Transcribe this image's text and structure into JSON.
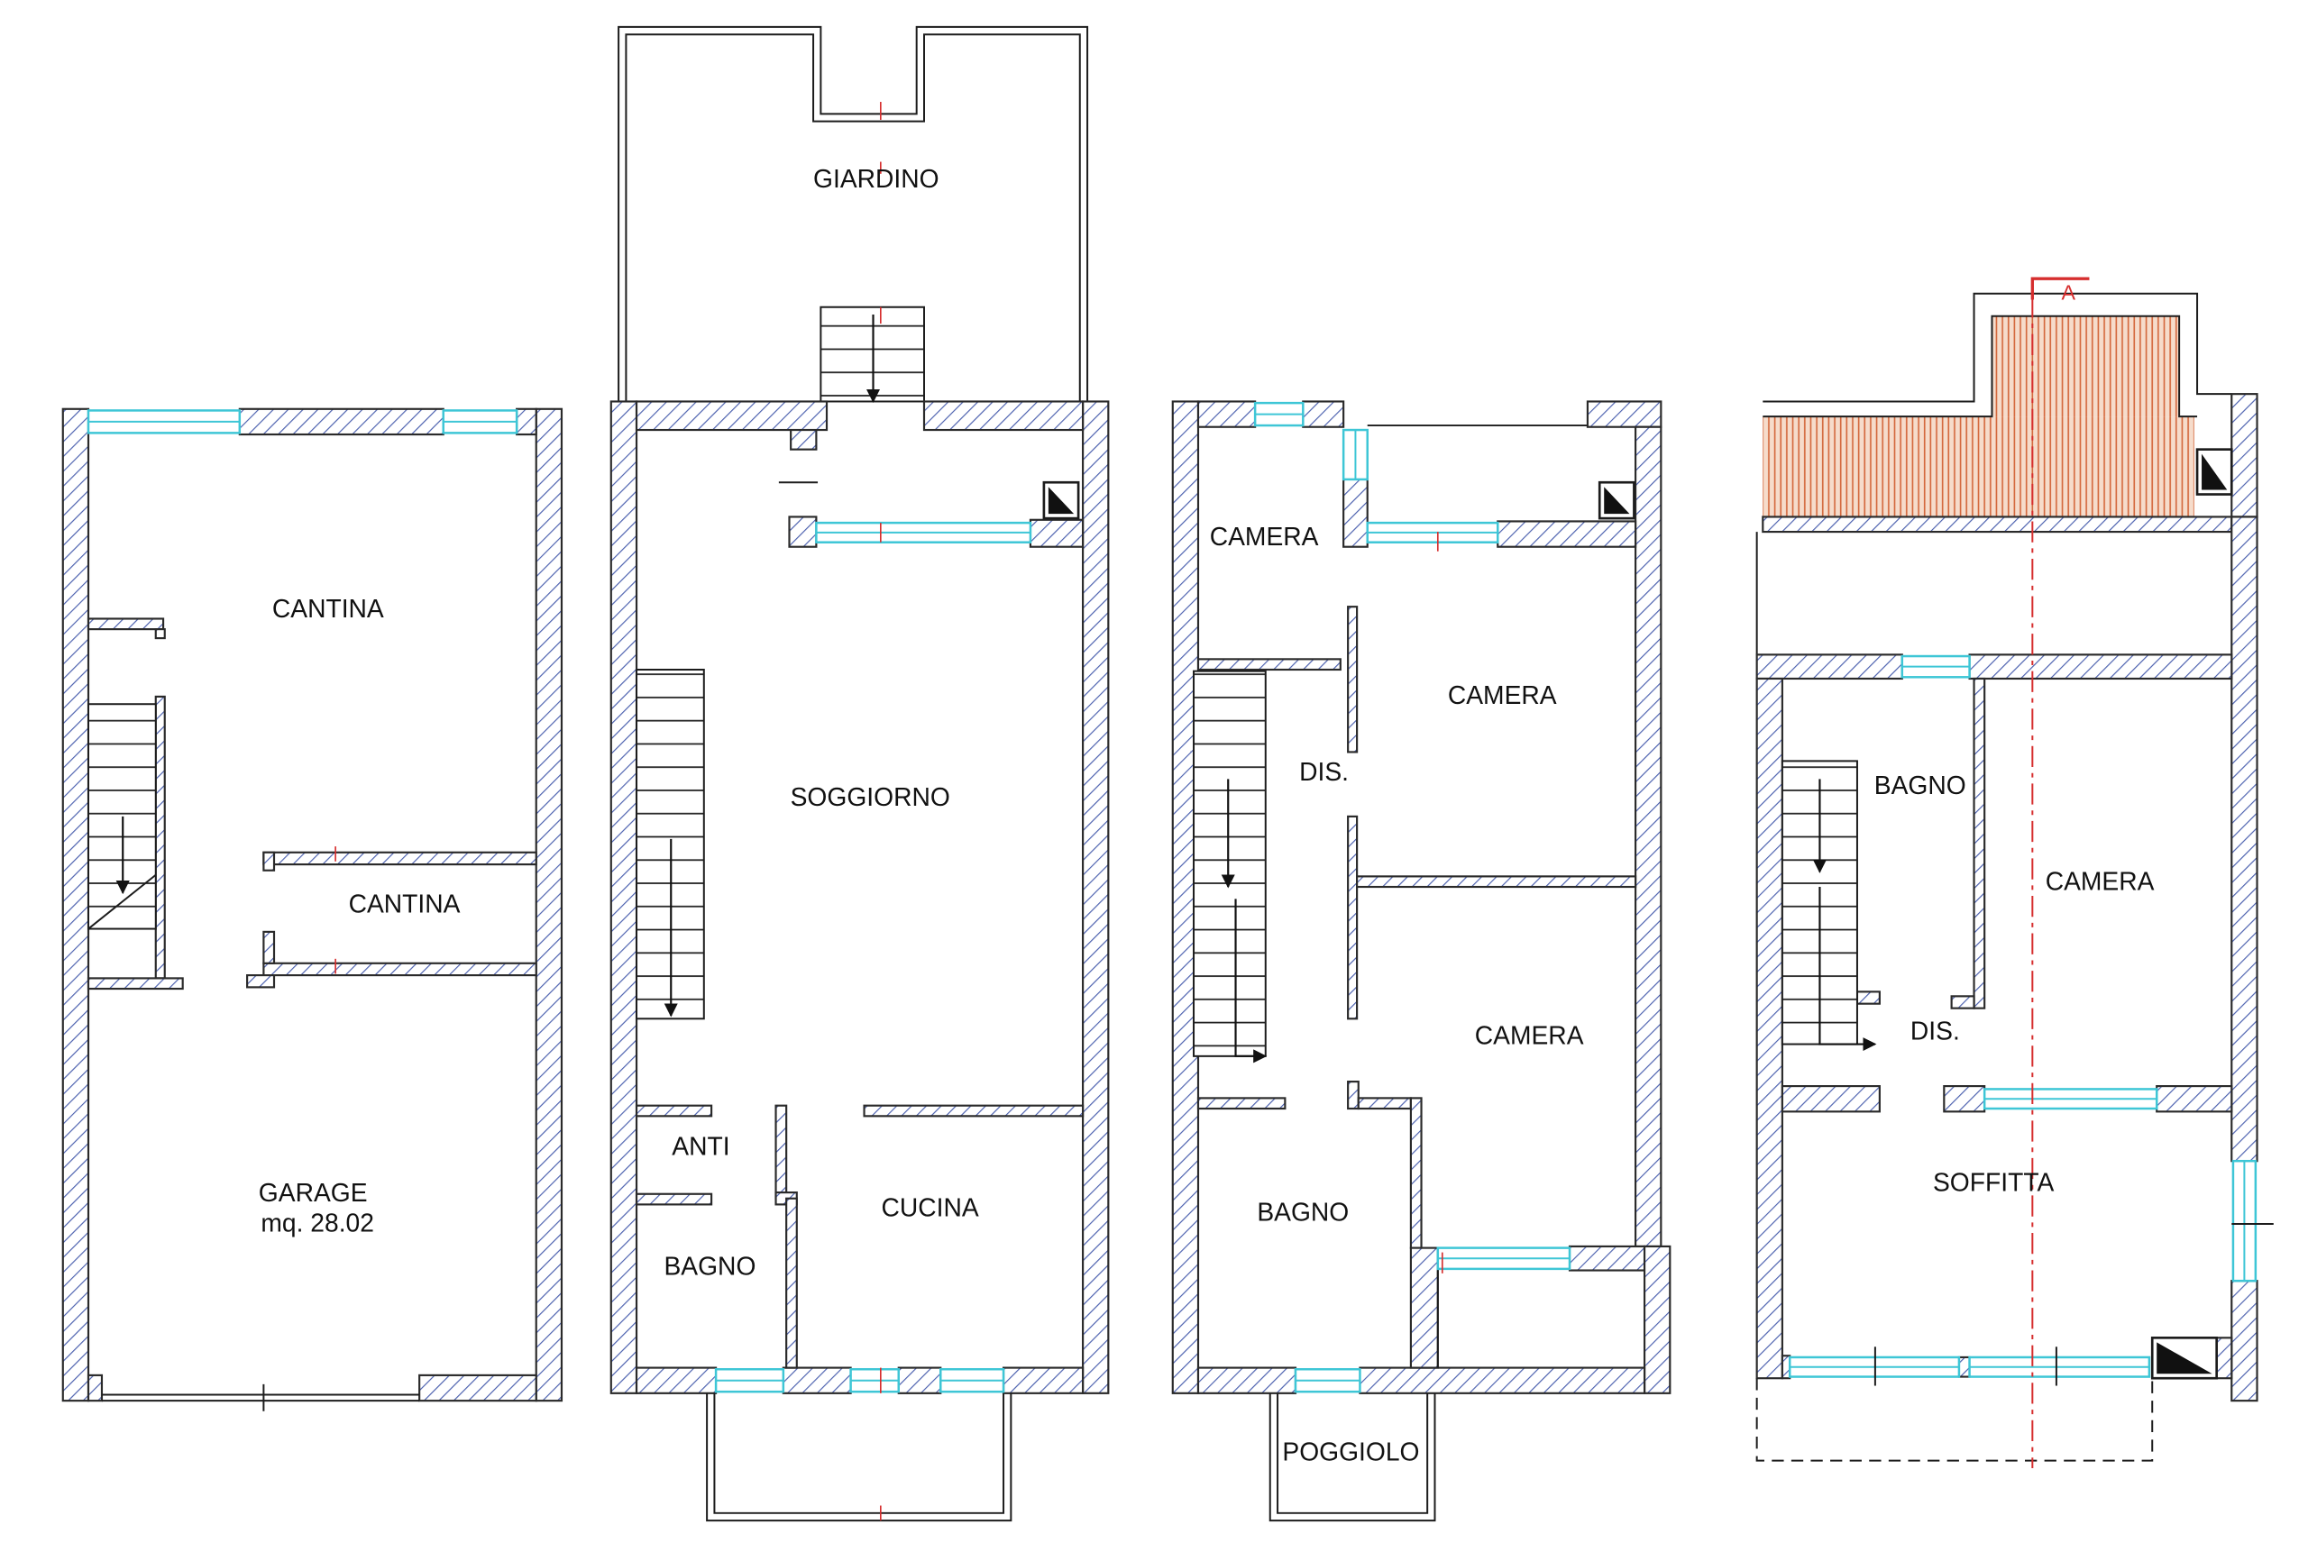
{
  "floor_basement": {
    "cantina_1": "CANTINA",
    "cantina_2": "CANTINA",
    "garage": "GARAGE",
    "garage_area": "mq. 28.02"
  },
  "floor_ground": {
    "giardino": "GIARDINO",
    "soggiorno": "SOGGIORNO",
    "anti": "ANTI",
    "bagno": "BAGNO",
    "cucina": "CUCINA"
  },
  "floor_first": {
    "camera_1": "CAMERA",
    "camera_2": "CAMERA",
    "dis": "DIS.",
    "camera_3": "CAMERA",
    "bagno": "BAGNO",
    "poggiolo": "POGGIOLO"
  },
  "floor_attic": {
    "bagno": "BAGNO",
    "camera": "CAMERA",
    "dis": "DIS.",
    "soffitta": "SOFFITTA",
    "section_marker": "A"
  },
  "colors": {
    "wall_hatch": "#4a5fae",
    "wall_outline": "#2a2a2a",
    "window": "#3ec6d6",
    "terrace_hatch": "#d4693e",
    "terrace_fill": "#f6dccb",
    "section_mark": "#d62e2e"
  }
}
